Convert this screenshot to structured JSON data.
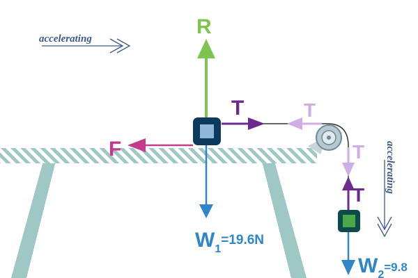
{
  "labels": {
    "accelerating_h": "accelerating",
    "accelerating_v": "accelerating",
    "R": "R",
    "T_block_right": "T",
    "T_pulley_left": "T",
    "T_pulley_down": "T",
    "T_hang_up": "T",
    "F": "F",
    "W1_letter": "W",
    "W1_sub": "1",
    "W1_value": "=19.6N",
    "W2_letter": "W",
    "W2_sub": "2",
    "W2_value": "=9.8"
  },
  "colors": {
    "accel": "#3a5a8c",
    "normal_R": "#7ec44f",
    "tension": "#6a2a8e",
    "tension_faded": "#cfaee6",
    "friction_F": "#c43a8c",
    "weight": "#2e86c8",
    "table": "#9fc8c4",
    "block_border": "#0b3a5e",
    "block_fill": "#8fb8d8",
    "block2_fill": "#4aa84a",
    "block2_border": "#0d4a4a",
    "pulley": "#b8c8d0"
  },
  "icons": [
    "pulley-icon",
    "double-chevron-right-icon",
    "double-chevron-down-icon"
  ]
}
